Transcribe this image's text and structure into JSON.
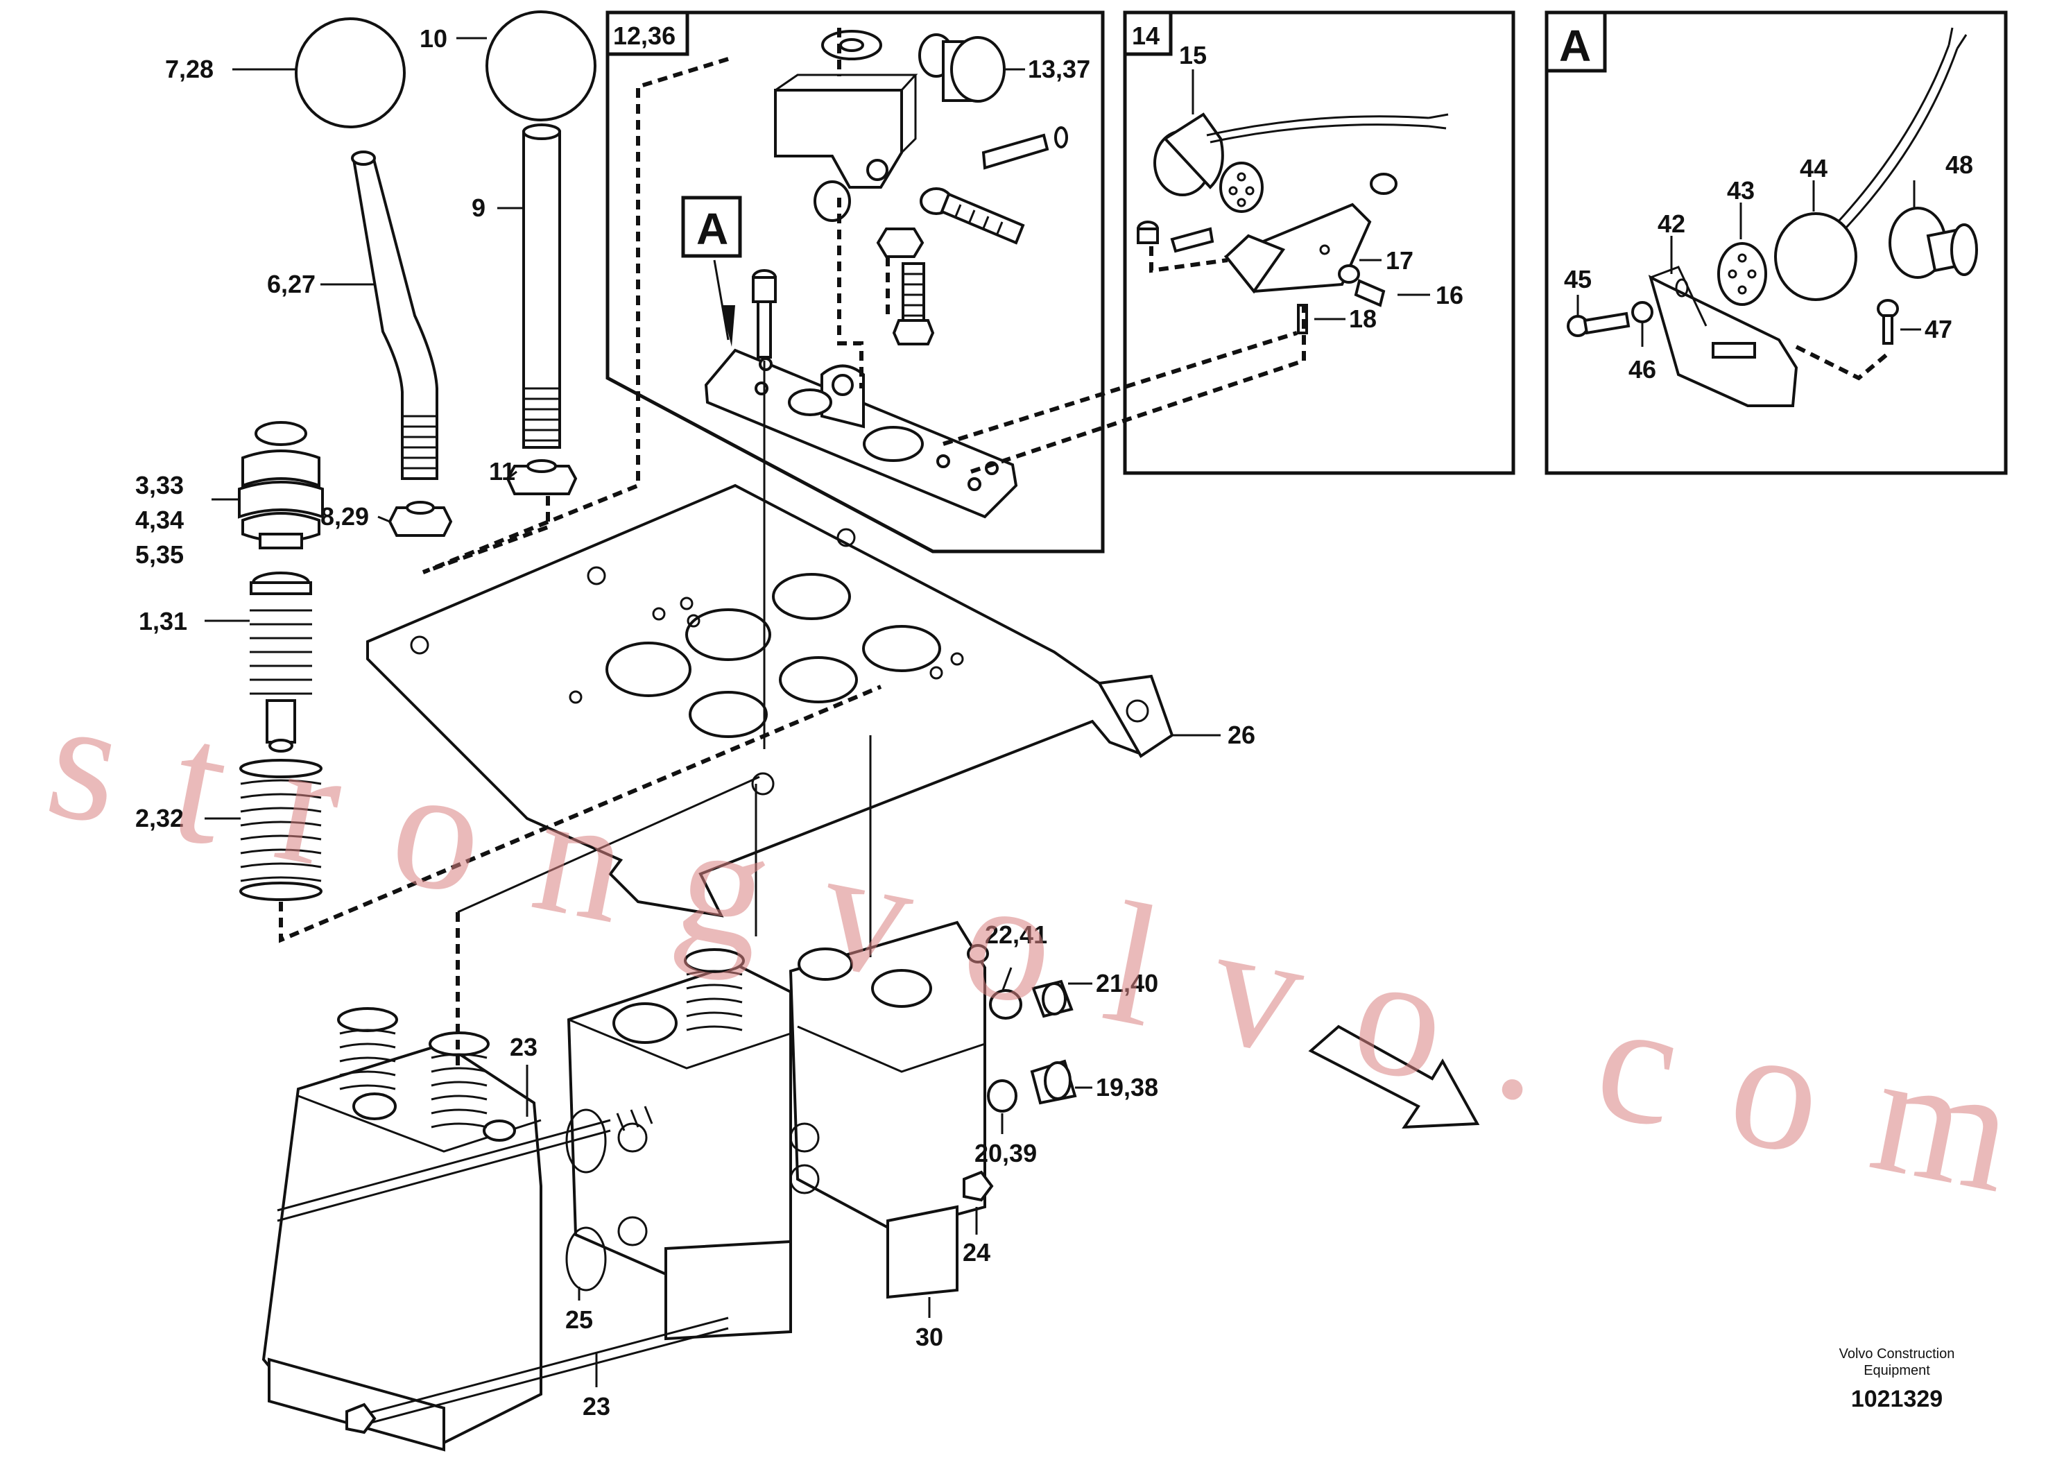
{
  "watermark": "strongvolvo.com",
  "boxes": {
    "lever_box_tag": "12,36",
    "switch_box_tag": "14",
    "detail_box_tag": "A",
    "detail_marker": "A"
  },
  "callouts": {
    "c_7_28": "7,28",
    "c_10": "10",
    "c_9": "9",
    "c_6_27": "6,27",
    "c_11": "11",
    "c_8_29": "8,29",
    "c_3_33": "3,33",
    "c_4_34": "4,34",
    "c_5_35": "5,35",
    "c_1_31": "1,31",
    "c_2_32": "2,32",
    "c_13_37": "13,37",
    "c_15": "15",
    "c_17": "17",
    "c_16": "16",
    "c_18": "18",
    "c_42": "42",
    "c_43": "43",
    "c_44": "44",
    "c_48": "48",
    "c_45": "45",
    "c_46": "46",
    "c_47": "47",
    "c_26": "26",
    "c_22_41": "22,41",
    "c_21_40": "21,40",
    "c_19_38": "19,38",
    "c_20_39": "20,39",
    "c_23_top": "23",
    "c_24": "24",
    "c_25": "25",
    "c_30": "30",
    "c_23_bottom": "23"
  },
  "footer": {
    "maker_line1": "Volvo Construction",
    "maker_line2": "Equipment",
    "drawing_number": "1021329"
  }
}
